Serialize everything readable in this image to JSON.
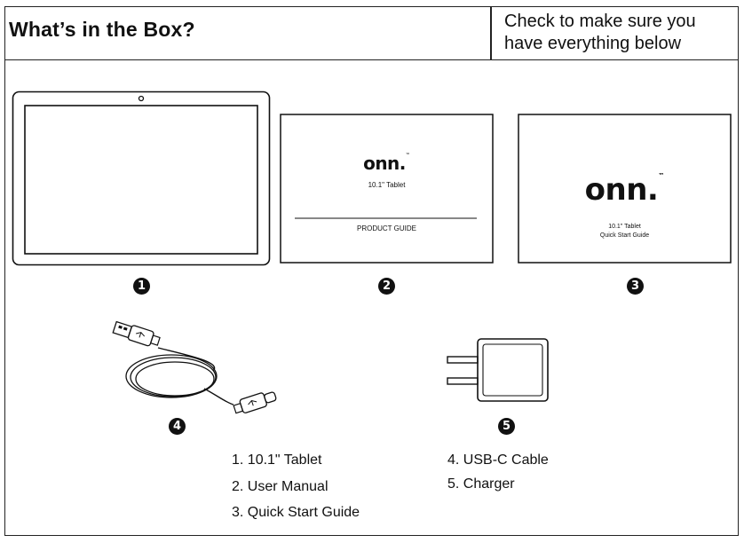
{
  "header": {
    "title": "What’s in the Box?",
    "subtitle_line1": "Check to make sure you",
    "subtitle_line2": "have everything below"
  },
  "product_guide": {
    "brand": "onn.",
    "tm": "™",
    "subtitle": "10.1\" Tablet",
    "label": "PRODUCT GUIDE"
  },
  "quick_start": {
    "brand": "onn.",
    "tm": "™",
    "line1": "10.1\" Tablet",
    "line2": "Quick Start Guide"
  },
  "badges": [
    "1",
    "2",
    "3",
    "4",
    "5"
  ],
  "list_left": [
    "1. 10.1\" Tablet",
    "2. User Manual",
    "3. Quick Start Guide"
  ],
  "list_right": [
    "4. USB-C Cable",
    "5. Charger"
  ]
}
